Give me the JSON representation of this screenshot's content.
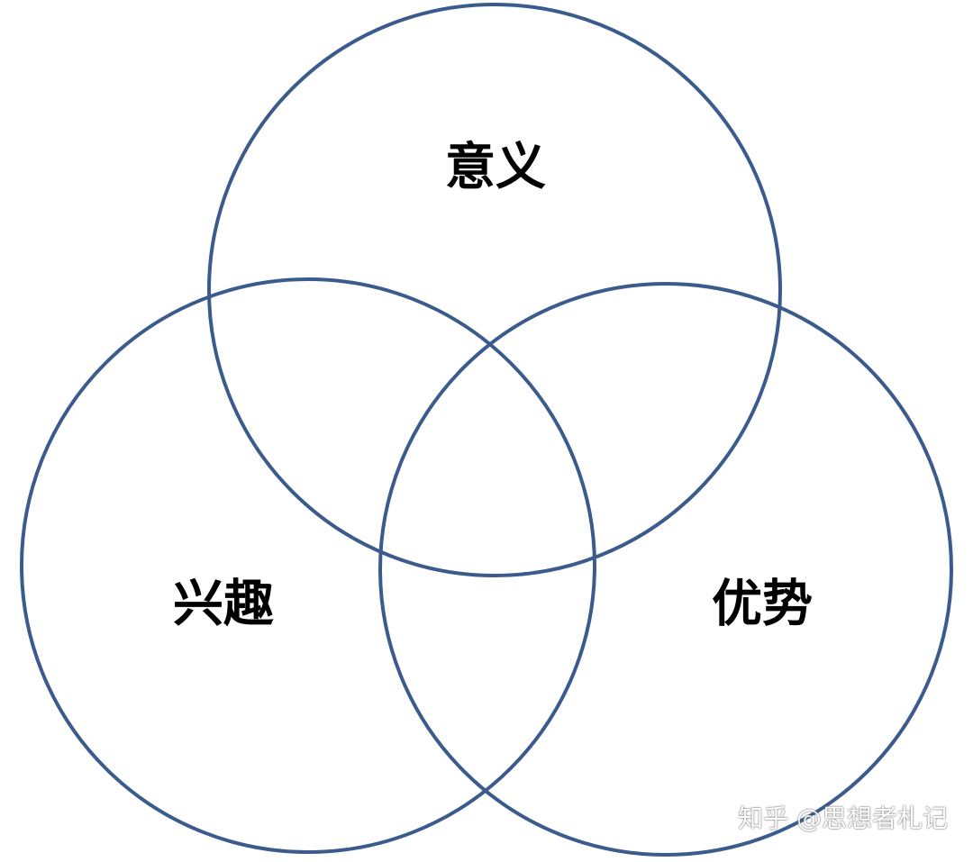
{
  "circles": {
    "top": {
      "label": "意义"
    },
    "left": {
      "label": "兴趣"
    },
    "right": {
      "label": "优势"
    }
  },
  "colors": {
    "ring": "#3b5b8c",
    "text": "#000000",
    "background": "#ffffff"
  },
  "watermark": {
    "text": "知乎 @思想者札记"
  }
}
